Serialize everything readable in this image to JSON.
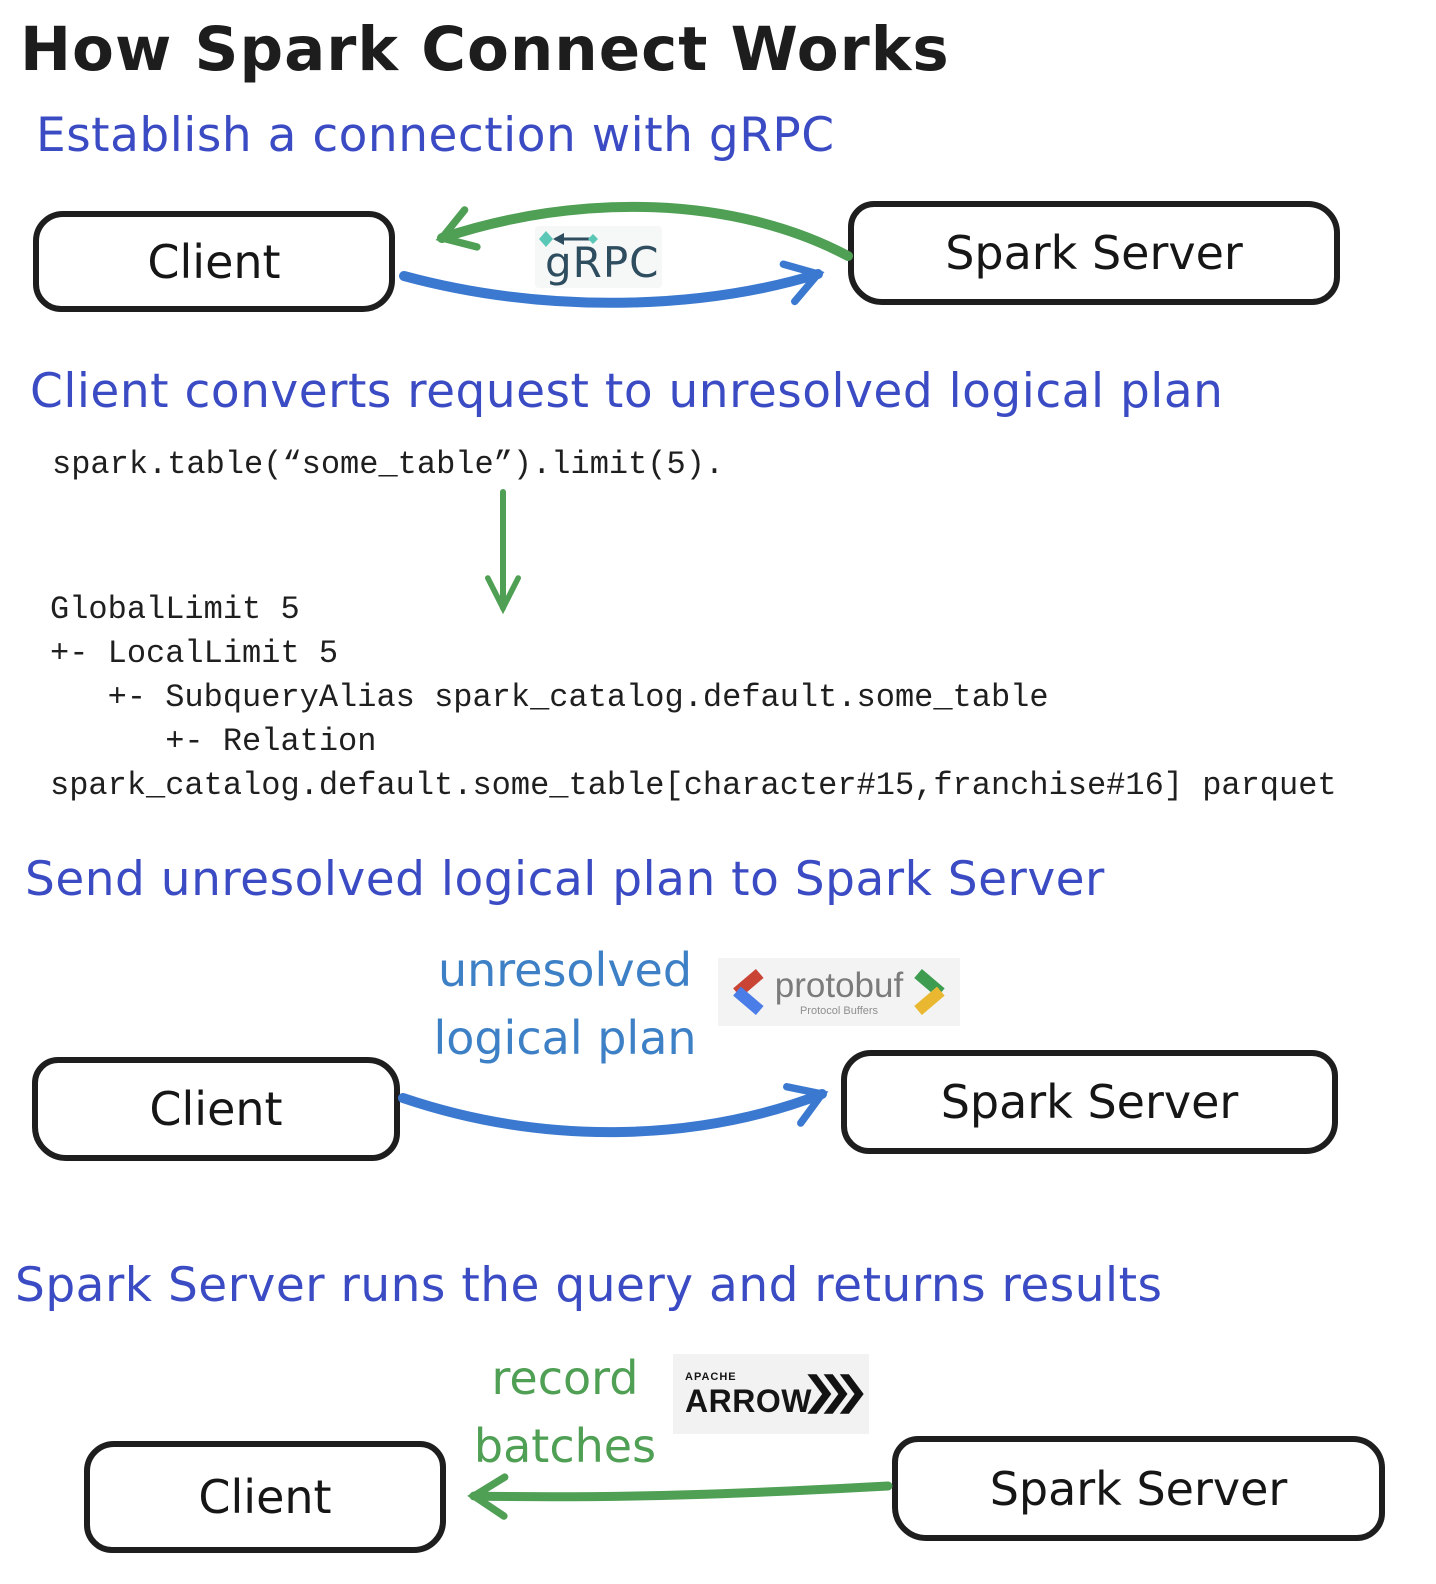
{
  "title": "How Spark Connect Works",
  "colors": {
    "heading_blue": "#3a4bc4",
    "flow_label_light_blue": "#3d80c6",
    "green": "#4f9f54",
    "arrow_blue": "#3b79d1",
    "ink_black": "#1d1d1d",
    "grpc_navy": "#2e4d5f",
    "grpc_teal": "#5ac7b7",
    "protobuf_red": "#c94434",
    "protobuf_blue": "#4a7de8",
    "protobuf_green": "#3d9c50",
    "protobuf_yellow": "#e9b830"
  },
  "step1": {
    "heading": "Establish a connection with gRPC",
    "client_label": "Client",
    "server_label": "Spark Server",
    "grpc_label": "gRPC"
  },
  "step2": {
    "heading": "Client converts request to unresolved logical plan",
    "code_request": "spark.table(“some_table”).limit(5).",
    "code_plan": "GlobalLimit 5\n+- LocalLimit 5\n   +- SubqueryAlias spark_catalog.default.some_table\n      +- Relation\nspark_catalog.default.some_table[character#15,franchise#16] parquet"
  },
  "step3": {
    "heading": "Send unresolved logical plan to Spark Server",
    "arrow_label": "unresolved\nlogical plan",
    "client_label": "Client",
    "server_label": "Spark Server",
    "protobuf_name": "protobuf",
    "protobuf_subtitle": "Protocol Buffers"
  },
  "step4": {
    "heading": "Spark Server runs the query and returns results",
    "arrow_label": "record\nbatches",
    "client_label": "Client",
    "server_label": "Spark Server",
    "arrow_brand": "APACHE",
    "arrow_name": "ARROW"
  }
}
